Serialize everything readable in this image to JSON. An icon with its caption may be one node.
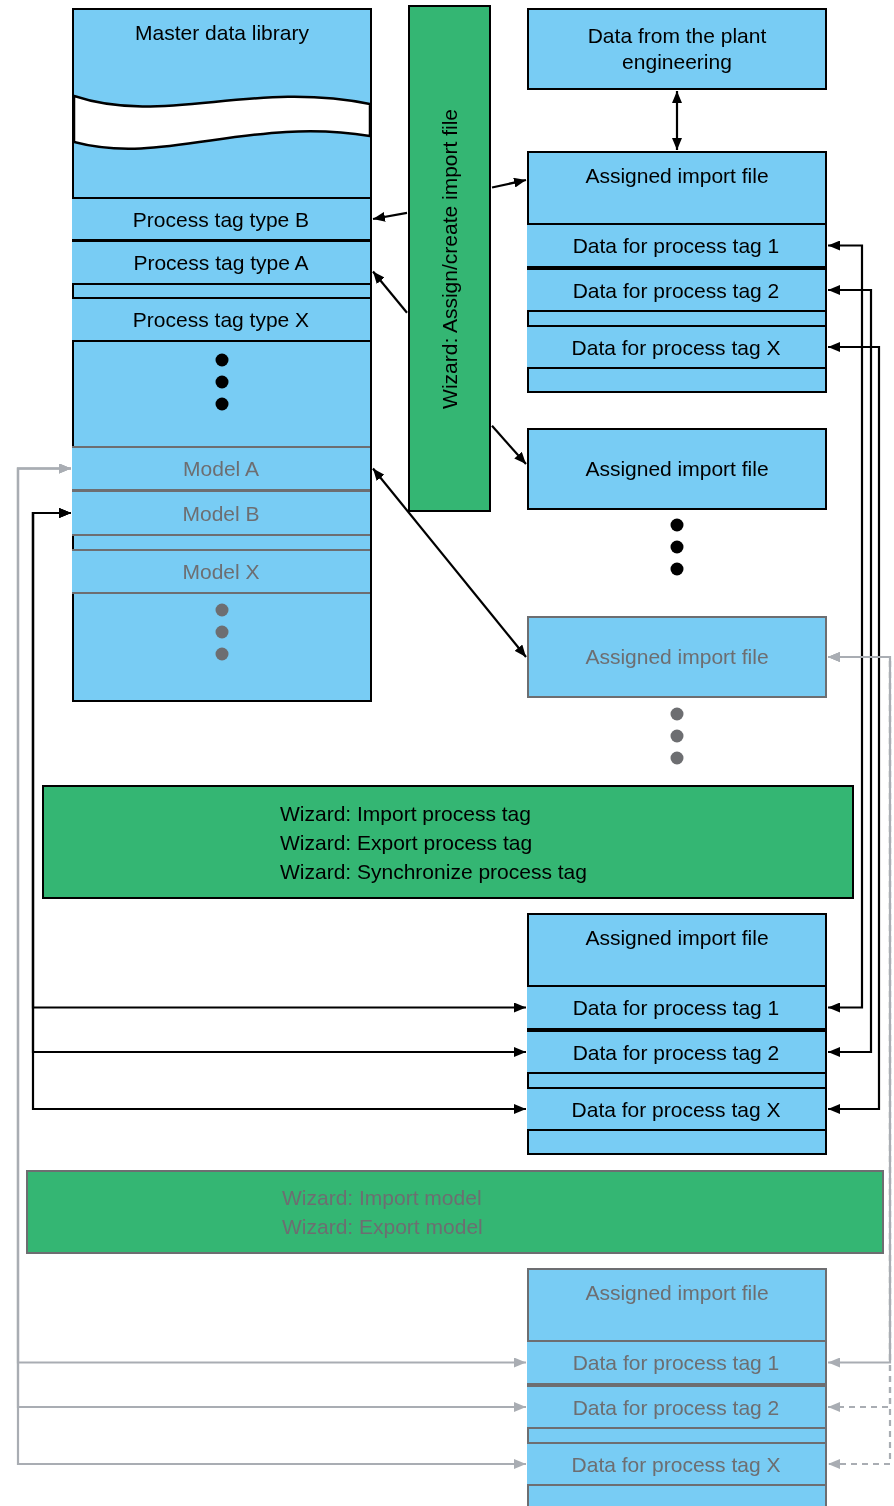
{
  "diagram": {
    "nodes": [
      {
        "text": [
          "Master data library"
        ]
      },
      {
        "text": [
          "Process tag type B"
        ],
        "in": 0
      },
      {
        "text": [
          "Process tag type A"
        ],
        "in": 0
      },
      {
        "text": [
          "Process tag type  X"
        ],
        "in": 0
      },
      {
        "text": [
          "Model A"
        ],
        "in": 0
      },
      {
        "text": [
          "Model B"
        ],
        "in": 0
      },
      {
        "text": [
          "Model X"
        ],
        "in": 0
      },
      {
        "text": [
          "Wizard: Assign/create import file"
        ]
      },
      {
        "text": [
          "Data from the plant engineering"
        ]
      },
      {
        "text": [
          "Assigned import file"
        ]
      },
      {
        "text": [
          "Data for process tag 1"
        ],
        "in": 9
      },
      {
        "text": [
          "Data for process tag 2"
        ],
        "in": 9
      },
      {
        "text": [
          "Data for process tag X"
        ],
        "in": 9
      },
      {
        "text": [
          "Assigned import file"
        ]
      },
      {
        "text": [
          "Assigned import file"
        ]
      },
      {
        "text": [
          "Wizard: Import process tag",
          "Wizard: Export process tag",
          "Wizard: Synchronize process tag"
        ]
      },
      {
        "text": [
          "Assigned import file"
        ]
      },
      {
        "text": [
          "Data for process tag 1"
        ],
        "in": 16
      },
      {
        "text": [
          "Data for process tag 2"
        ],
        "in": 16
      },
      {
        "text": [
          "Data for process tag X"
        ],
        "in": 16
      },
      {
        "text": [
          "Wizard: Import model",
          "Wizard: Export model"
        ]
      },
      {
        "text": [
          "Assigned import file"
        ]
      },
      {
        "text": [
          "Data for process tag 1"
        ],
        "in": 21
      },
      {
        "text": [
          "Data for process tag 2"
        ],
        "in": 21
      },
      {
        "text": [
          "Data for process tag X"
        ],
        "in": 21
      },
      {
        "text": [],
        "shape": "band",
        "in": 0
      }
    ],
    "edges": [
      {
        "from": 8,
        "to": 9,
        "arrow": "both"
      },
      {
        "from": 7,
        "to": 1,
        "arrow": "to"
      },
      {
        "from": 7,
        "to": 2,
        "arrow": "to"
      },
      {
        "from": 7,
        "to": 9,
        "arrow": "to"
      },
      {
        "from": 7,
        "to": 13,
        "arrow": "to"
      },
      {
        "from": 4,
        "to": 14,
        "arrow": "both"
      },
      {
        "from": 10,
        "to": 17,
        "arrow": "both"
      },
      {
        "from": 11,
        "to": 18,
        "arrow": "both"
      },
      {
        "from": 12,
        "to": 19,
        "arrow": "both"
      },
      {
        "from": 5,
        "to": 17,
        "arrow": "both"
      },
      {
        "from": 5,
        "to": 18,
        "arrow": "both"
      },
      {
        "from": 5,
        "to": 19,
        "arrow": "both"
      },
      {
        "from": 4,
        "to": 22,
        "arrow": "both",
        "color": "#a9adb3"
      },
      {
        "from": 4,
        "to": 23,
        "arrow": "both",
        "color": "#a9adb3"
      },
      {
        "from": 4,
        "to": 24,
        "arrow": "both",
        "color": "#a9adb3"
      },
      {
        "from": 14,
        "to": 22,
        "arrow": "both",
        "color": "#a9adb3"
      },
      {
        "from": 14,
        "to": 23,
        "arrow": "both",
        "color": "#a9adb3",
        "style": "dashed"
      },
      {
        "from": 14,
        "to": 24,
        "arrow": "both",
        "color": "#a9adb3",
        "style": "dashed"
      }
    ]
  }
}
